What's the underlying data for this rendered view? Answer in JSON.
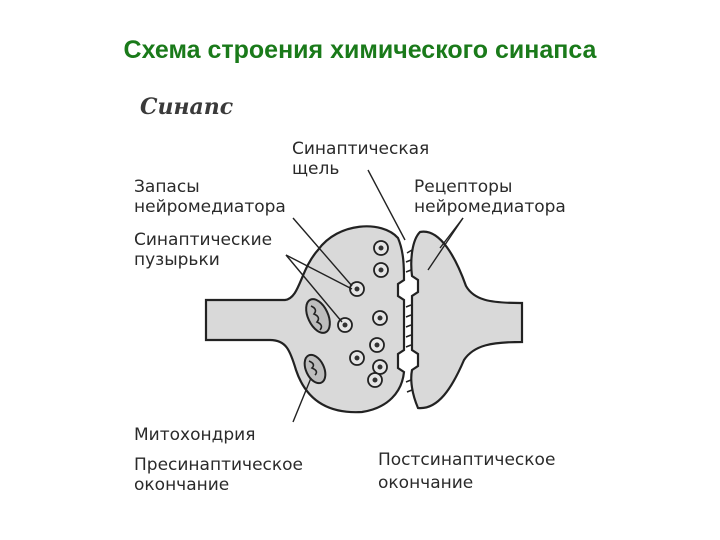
{
  "title": "Схема строения химического синапса",
  "diagram": {
    "heading": "Синапс",
    "labels": {
      "cleft_line1": "Синаптическая",
      "cleft_line2": "щель",
      "stores_line1": "Запасы",
      "stores_line2": "нейромедиатора",
      "receptors_line1": "Рецепторы",
      "receptors_line2": "нейромедиатора",
      "vesicles_line1": "Синаптические",
      "vesicles_line2": "пузырьки",
      "mitochondria": "Митохондрия",
      "presynaptic_line1": "Пресинаптическое",
      "presynaptic_line2": "окончание",
      "postsynaptic_line1": "Постсинаптическое",
      "postsynaptic_line2": "окончание"
    },
    "colors": {
      "title": "#1a7a1a",
      "fill": "#d9d9d9",
      "stroke": "#222222"
    }
  }
}
